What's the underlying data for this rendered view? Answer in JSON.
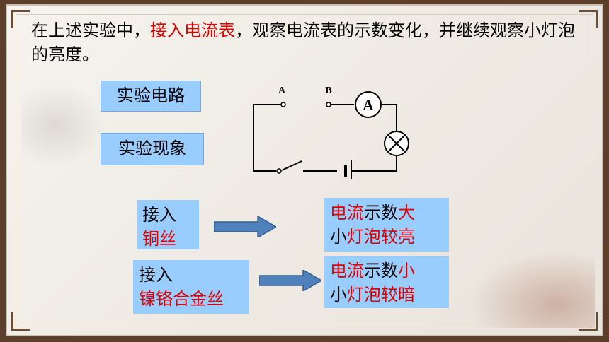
{
  "intro": {
    "part1": "在上述实验中，",
    "highlight": "接入电流表",
    "part2": "，观察电流表的示数变化，并继续观察小灯泡的亮度。"
  },
  "labels": {
    "circuit": "实验电路",
    "phenomenon": "实验现象"
  },
  "circuit": {
    "point_a": "A",
    "point_b": "B",
    "ammeter": "A"
  },
  "rows": [
    {
      "input_line1": "接入",
      "input_line2": "铜丝",
      "result_line1_red": "电流",
      "result_line1_black": "示数",
      "result_line1_red2": "大",
      "result_line2_black": "小",
      "result_line2_red": "灯泡较亮"
    },
    {
      "input_line1": "接入",
      "input_line2": "镍铬合金丝",
      "result_line1_red": "电流",
      "result_line1_black": "示数",
      "result_line1_red2": "小",
      "result_line2_black": "小",
      "result_line2_red": "灯泡较暗"
    }
  ],
  "colors": {
    "box_fill": "#99ccff",
    "highlight": "#e00000",
    "arrow_fill": "#4f81bd",
    "frame": "#5b3f2a"
  }
}
